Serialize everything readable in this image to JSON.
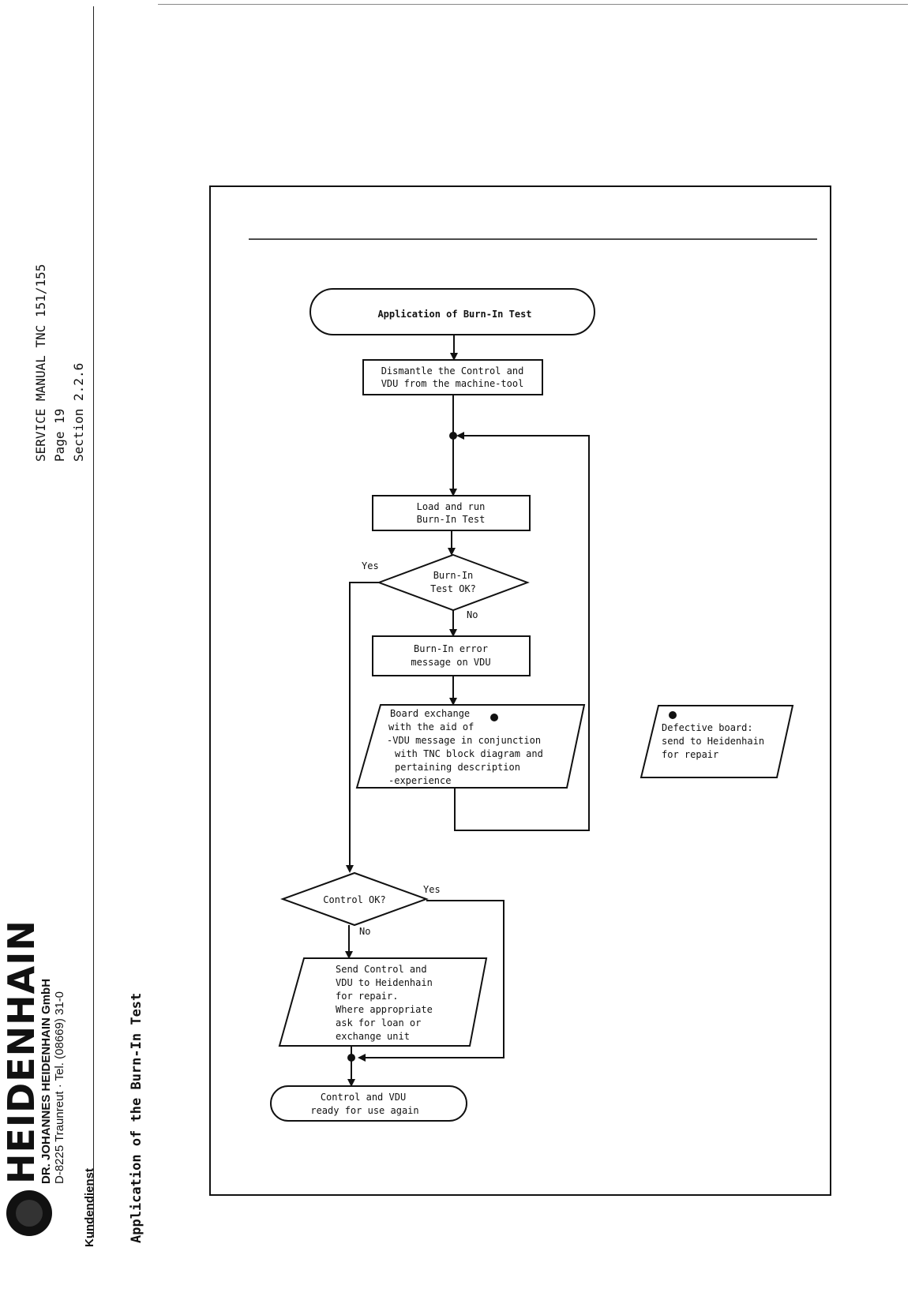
{
  "header": {
    "manual": "SERVICE MANUAL TNC 151/155",
    "page": "Page 19",
    "section": "Section  2.2.6"
  },
  "brand": {
    "logo": "HEIDENHAIN",
    "company": "DR. JOHANNES HEIDENHAIN GmbH",
    "address": "D-8225 Traunreut · Tel. (08669) 31-0",
    "department": "Kundendienst"
  },
  "page_title": "Application of the Burn-In Test",
  "flowchart": {
    "start": "Application of Burn-In Test",
    "dismantle": [
      "Dismantle the Control and",
      "VDU from the machine-tool"
    ],
    "load_run": [
      "Load and run",
      "Burn-In Test"
    ],
    "burnin_ok": [
      "Burn-In",
      "Test OK?"
    ],
    "burnin_yes": "Yes",
    "burnin_no": "No",
    "error_msg": [
      "Burn-In error",
      "message on VDU"
    ],
    "board_exchange": [
      "Board exchange",
      "with the aid of",
      "-VDU message in conjunction",
      "with TNC block diagram and",
      "pertaining description",
      "-experience"
    ],
    "defective": [
      "Defective board:",
      "send to Heidenhain",
      "for repair"
    ],
    "control_ok": "Control OK?",
    "control_yes": "Yes",
    "control_no": "No",
    "send_control": [
      "Send Control and",
      "VDU to Heidenhain",
      "for repair.",
      "Where appropriate",
      "ask for loan or",
      "exchange unit"
    ],
    "end": [
      "Control and VDU",
      "ready for use again"
    ]
  }
}
